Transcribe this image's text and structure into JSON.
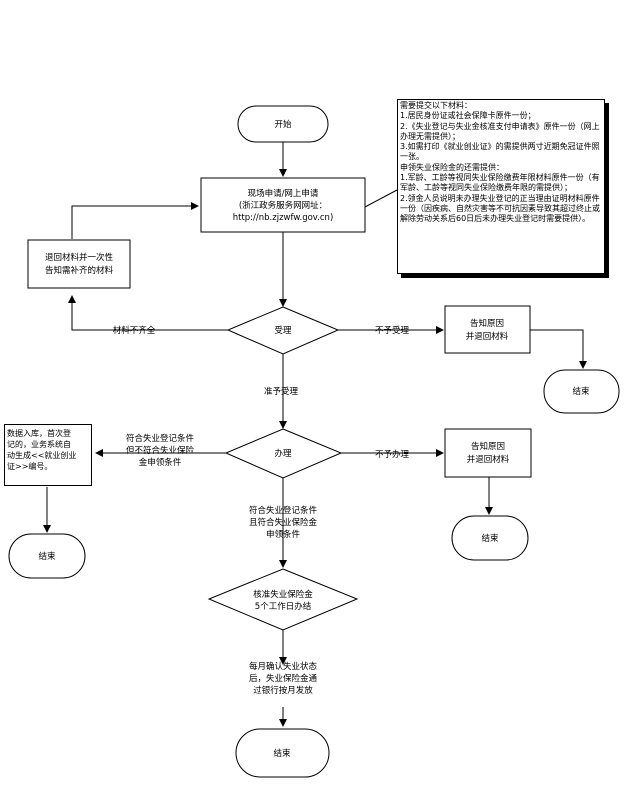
{
  "nodes": {
    "start": "开始",
    "apply": [
      "现场申请/网上申请",
      "(浙江政务服务网网址：",
      "http://nb.zjzwfw.gov.cn)"
    ],
    "return_materials": [
      "退回材料并一次性",
      "告知需补齐的材料"
    ],
    "accept": "受理",
    "notify_reject_accept": [
      "告知原因",
      "并退回材料"
    ],
    "end_accept": "结束",
    "handle": "办理",
    "notify_reject_handle": [
      "告知原因",
      "并退回材料"
    ],
    "end_handle": "结束",
    "left_note": [
      "数据入库，首次登",
      "记的，业务系统自",
      "动生成<<就业创业",
      "证>>编号。"
    ],
    "end_left": "结束",
    "approve": [
      "核准失业保险金",
      "5个工作日办结"
    ],
    "monthly": [
      "每月确认失业状态",
      "后，失业保险金通",
      "过银行按月发放"
    ],
    "end_final": "结束"
  },
  "edge_labels": {
    "materials_incomplete": "材料不齐全",
    "not_accepted": "不予受理",
    "accepted": "准予受理",
    "not_handled": "不予办理",
    "registration_only": [
      "符合失业登记条件",
      "但不符合失业保险",
      "金申领条件"
    ],
    "both_conditions": [
      "符合失业登记条件",
      "且符合失业保险金",
      "申领条件"
    ]
  },
  "materials_note": [
    "需要提交以下材料：",
    "1.居民身份证或社会保障卡原件一份；",
    "2.《失业登记与失业金核准支付申请表》原件一份（网上办理无需提供）；",
    "3.如需打印《就业创业证》的需提供两寸近期免冠证件照一张。",
    "申领失业保险金的还需提供：",
    "1.军龄、工龄等视同失业保险缴费年限材料原件一份（有军龄、工龄等视同失业保险缴费年限的需提供）；",
    "2.领金人员说明未办理失业登记的正当理由证明材料原件一份（因疾病、自然灾害等不可抗因素导致其超过终止或解除劳动关系后60日后未办理失业登记时需要提供）。"
  ]
}
